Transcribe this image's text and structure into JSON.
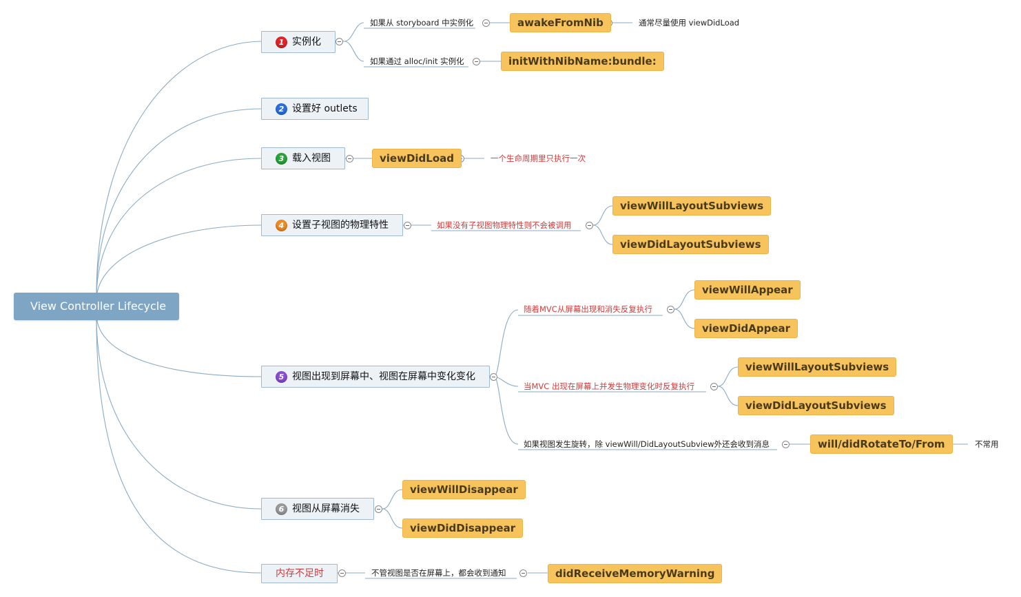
{
  "root": {
    "label": "View Controller Lifecycle"
  },
  "topics": [
    {
      "num": "1",
      "label": "实例化",
      "color": "#e0252a"
    },
    {
      "num": "2",
      "label": "设置好 outlets",
      "color": "#2a6fe0"
    },
    {
      "num": "3",
      "label": "载入视图",
      "color": "#2aa33a"
    },
    {
      "num": "4",
      "label": "设置子视图的物理特性",
      "color": "#f08a24"
    },
    {
      "num": "5",
      "label": "视图出现到屏幕中、视图在屏幕中变化变化",
      "color": "#8a4bd8"
    },
    {
      "num": "6",
      "label": "视图从屏幕消失",
      "color": "#9a9a9a"
    },
    {
      "num": "",
      "label": "内存不足时",
      "color": "#d23a3a"
    }
  ],
  "notes": [
    "如果从 storyboard 中实例化",
    "通常尽量使用 viewDidLoad",
    "如果通过 alloc/init 实例化",
    "一个生命周期里只执行一次",
    "如果没有子视图物理特性则不会被调用",
    "随着MVC从屏幕出现和消失反复执行",
    "当MVC 出现在屏幕上并发生物理变化时反复执行",
    "如果视图发生旋转，除 viewWill/DidLayoutSubview外还会收到消息",
    "不常用",
    "不管视图是否在屏幕上，都会收到通知"
  ],
  "methods": [
    "awakeFromNib",
    "initWithNibName:bundle:",
    "viewDidLoad",
    "viewWillLayoutSubviews",
    "viewDidLayoutSubviews",
    "viewWillAppear",
    "viewDidAppear",
    "viewWillLayoutSubviews",
    "viewDidLayoutSubviews",
    "will/didRotateTo/From",
    "viewWillDisappear",
    "viewDidDisappear",
    "didReceiveMemoryWarning"
  ],
  "colors": {
    "root_fill": "#7ea5c3",
    "topic_fill": "#edf2f7",
    "method_fill": "#f7c35c",
    "connector": "#8aaac4",
    "warning_text": "#d33b3b"
  }
}
